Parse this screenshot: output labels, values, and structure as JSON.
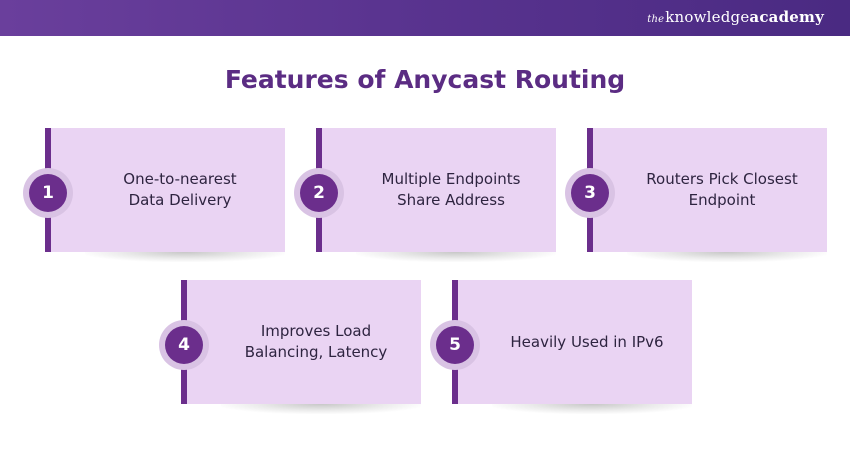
{
  "header": {
    "brand_the": "the",
    "brand_knowledge": "knowledge",
    "brand_academy": "academy"
  },
  "title": "Features of Anycast Routing",
  "features": [
    {
      "number": "1",
      "line1": "One-to-nearest",
      "line2": "Data Delivery"
    },
    {
      "number": "2",
      "line1": "Multiple Endpoints",
      "line2": "Share Address"
    },
    {
      "number": "3",
      "line1": "Routers Pick Closest",
      "line2": "Endpoint"
    },
    {
      "number": "4",
      "line1": "Improves Load",
      "line2": "Balancing, Latency"
    },
    {
      "number": "5",
      "line1": "Heavily Used in IPv6",
      "line2": ""
    }
  ],
  "colors": {
    "accent": "#6b2e8c",
    "card": "#ead4f3",
    "title": "#5b2c83",
    "header": "#5a3490"
  }
}
